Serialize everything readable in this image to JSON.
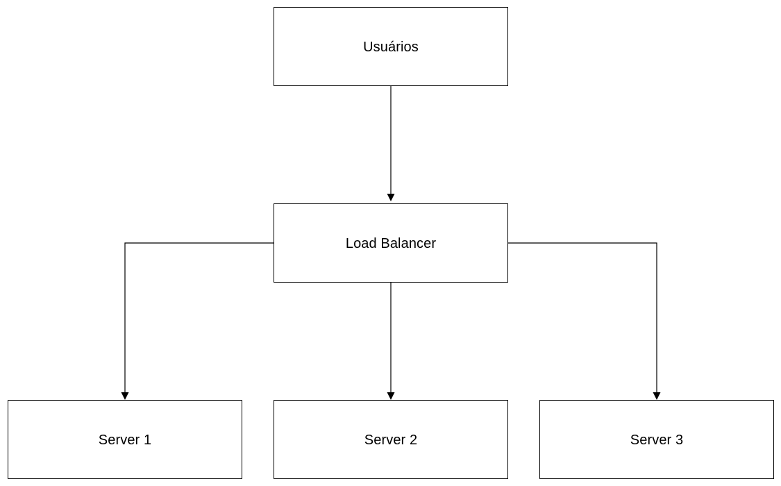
{
  "diagram": {
    "nodes": {
      "users": {
        "label": "Usuários"
      },
      "load_balancer": {
        "label": "Load Balancer"
      },
      "server1": {
        "label": "Server 1"
      },
      "server2": {
        "label": "Server 2"
      },
      "server3": {
        "label": "Server 3"
      }
    },
    "edges": [
      {
        "from": "users",
        "to": "load_balancer"
      },
      {
        "from": "load_balancer",
        "to": "server1"
      },
      {
        "from": "load_balancer",
        "to": "server2"
      },
      {
        "from": "load_balancer",
        "to": "server3"
      }
    ],
    "colors": {
      "stroke": "#000000",
      "fill": "#ffffff",
      "text": "#000000"
    }
  }
}
